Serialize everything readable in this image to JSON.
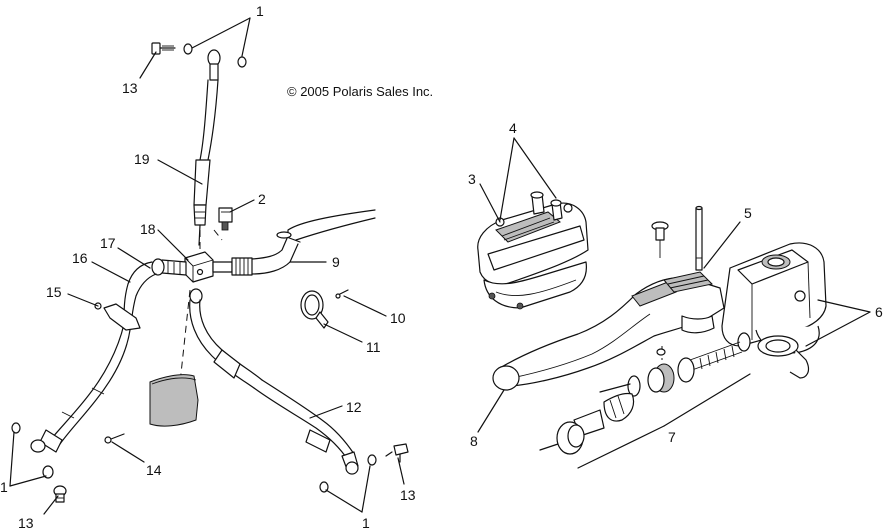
{
  "copyright": "© 2005 Polaris Sales Inc.",
  "callouts": {
    "c1_top": "1",
    "c1_left": "1",
    "c1_bottom": "1",
    "c2": "2",
    "c3": "3",
    "c4": "4",
    "c5": "5",
    "c6": "6",
    "c7": "7",
    "c8": "8",
    "c9": "9",
    "c10": "10",
    "c11": "11",
    "c12": "12",
    "c13_top": "13",
    "c13_left": "13",
    "c13_right": "13",
    "c14": "14",
    "c15": "15",
    "c16": "16",
    "c17": "17",
    "c18": "18",
    "c19": "19"
  }
}
